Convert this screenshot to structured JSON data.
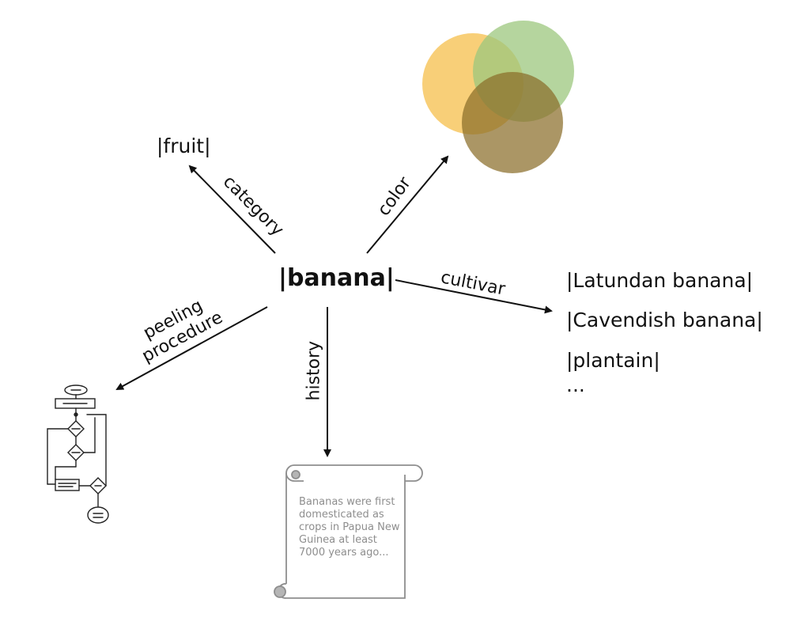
{
  "center": {
    "label": "|banana|"
  },
  "edges": {
    "category": "category",
    "color": "color",
    "cultivar": "cultivar",
    "history": "history",
    "peeling_line1": "peeling",
    "peeling_line2": "procedure"
  },
  "nodes": {
    "fruit": "|fruit|",
    "cultivars": [
      "|Latundan banana|",
      "|Cavendish banana|",
      "|plantain|"
    ],
    "more": "..."
  },
  "scroll": {
    "text": "Bananas were first domesticated as crops in Papua New Guinea at least 7000 years ago..."
  },
  "colors": {
    "yellow_circle": "#f7c55a",
    "green_circle": "#9cc77e",
    "brown_circle": "#8a6e2a",
    "ink": "#111111",
    "scroll_outline": "#8e8e8e"
  }
}
